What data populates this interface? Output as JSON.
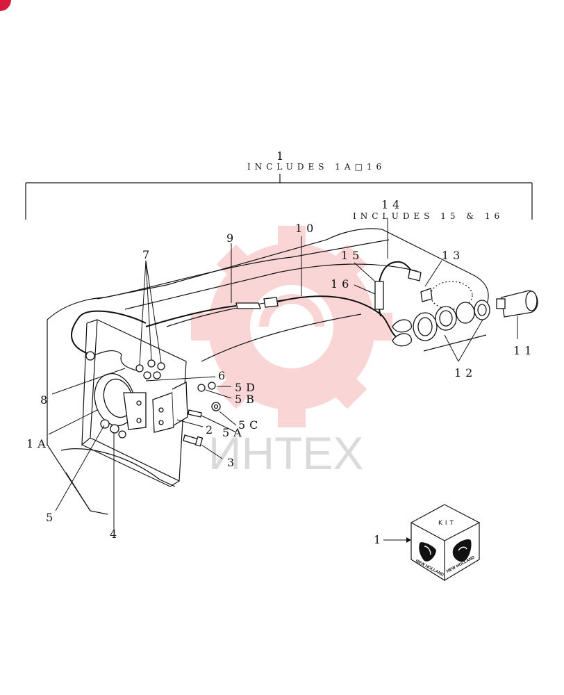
{
  "assembly": {
    "callout": "1",
    "includes_text": "INCLUDES 1A□16"
  },
  "subassembly": {
    "callout": "14",
    "includes_text": "INCLUDES 15 & 16"
  },
  "callouts": {
    "c1a": "1A",
    "c2": "2",
    "c3": "3",
    "c4": "4",
    "c5": "5",
    "c5a": "5A",
    "c5b": "5B",
    "c5c": "5C",
    "c5d": "5D",
    "c6": "6",
    "c7": "7",
    "c8": "8",
    "c9": "9",
    "c10": "10",
    "c11": "11",
    "c12": "12",
    "c13": "13",
    "c15": "15",
    "c16": "16"
  },
  "kit": {
    "callout": "1",
    "box_label": "KIT",
    "brand": "NEW HOLLAND"
  },
  "watermark": {
    "text": "ИНТЕХ",
    "color": "#e53935"
  },
  "colors": {
    "ink": "#111111",
    "watermark_red": "#f2b8b8",
    "badge_red": "#d81b3c"
  }
}
